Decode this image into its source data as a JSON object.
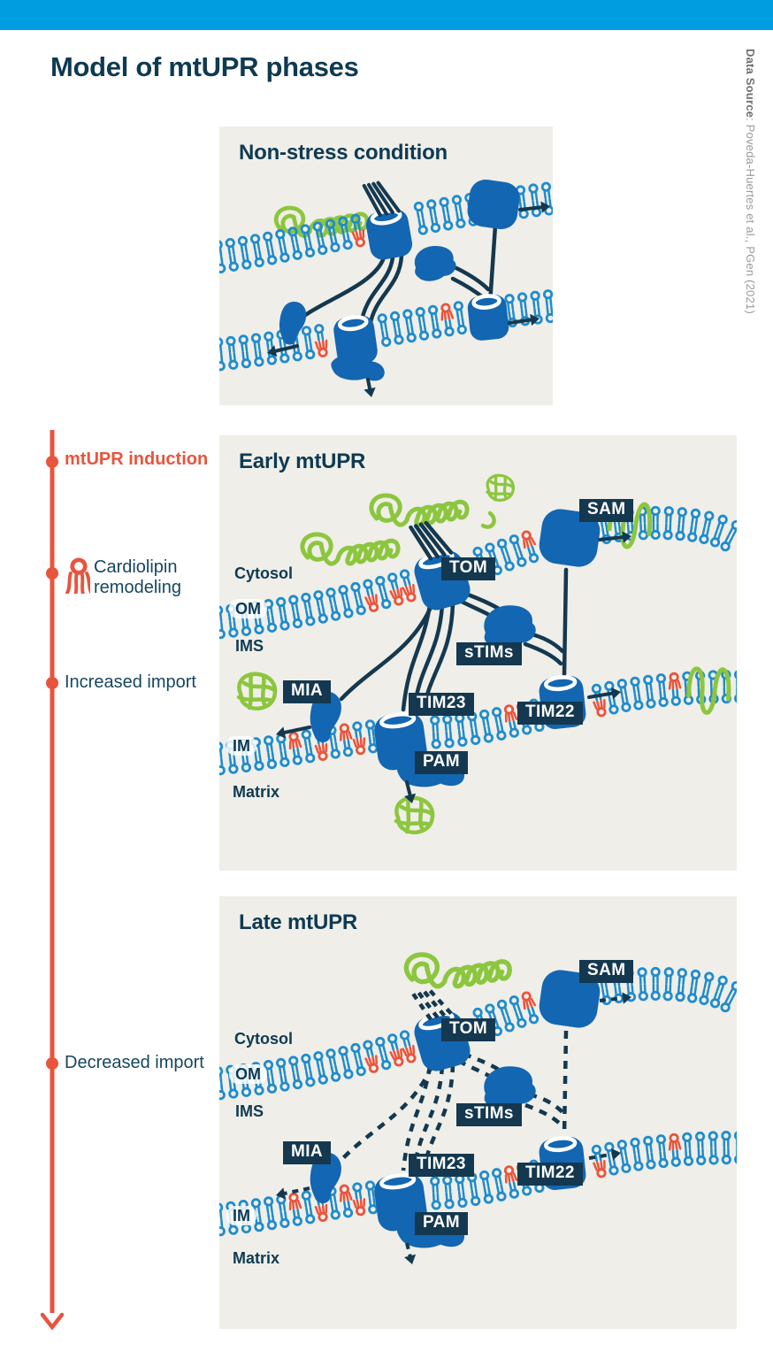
{
  "page": {
    "title": "Model of mtUPR phases",
    "source_label": "Data Source",
    "source_rest": ": Poveda-Huertes et al., PGen (2021)"
  },
  "timeline": {
    "induction": "mtUPR induction",
    "cardiolipin": "Cardiolipin\nremodeling",
    "increased": "Increased import",
    "decreased": "Decreased import"
  },
  "panels": {
    "non_stress": {
      "title": "Non-stress condition"
    },
    "early": {
      "title": "Early mtUPR",
      "zones": {
        "cytosol": "Cytosol",
        "om": "OM",
        "ims": "IMS",
        "im": "IM",
        "matrix": "Matrix"
      },
      "complexes": {
        "tom": "TOM",
        "sam": "SAM",
        "stims": "sTIMs",
        "mia": "MIA",
        "tim23": "TIM23",
        "tim22": "TIM22",
        "pam": "PAM"
      }
    },
    "late": {
      "title": "Late mtUPR",
      "zones": {
        "cytosol": "Cytosol",
        "om": "OM",
        "ims": "IMS",
        "im": "IM",
        "matrix": "Matrix"
      },
      "complexes": {
        "tom": "TOM",
        "sam": "SAM",
        "stims": "sTIMs",
        "mia": "MIA",
        "tim23": "TIM23",
        "tim22": "TIM22",
        "pam": "PAM"
      }
    }
  },
  "colors": {
    "accent_blue": "#009EE0",
    "navy": "#14384F",
    "protein_blue": "#1366B1",
    "lipid_blue": "#1F8CCC",
    "green": "#8CC63F",
    "red_orange": "#E9543D",
    "panel_bg": "#EFEEE8"
  }
}
